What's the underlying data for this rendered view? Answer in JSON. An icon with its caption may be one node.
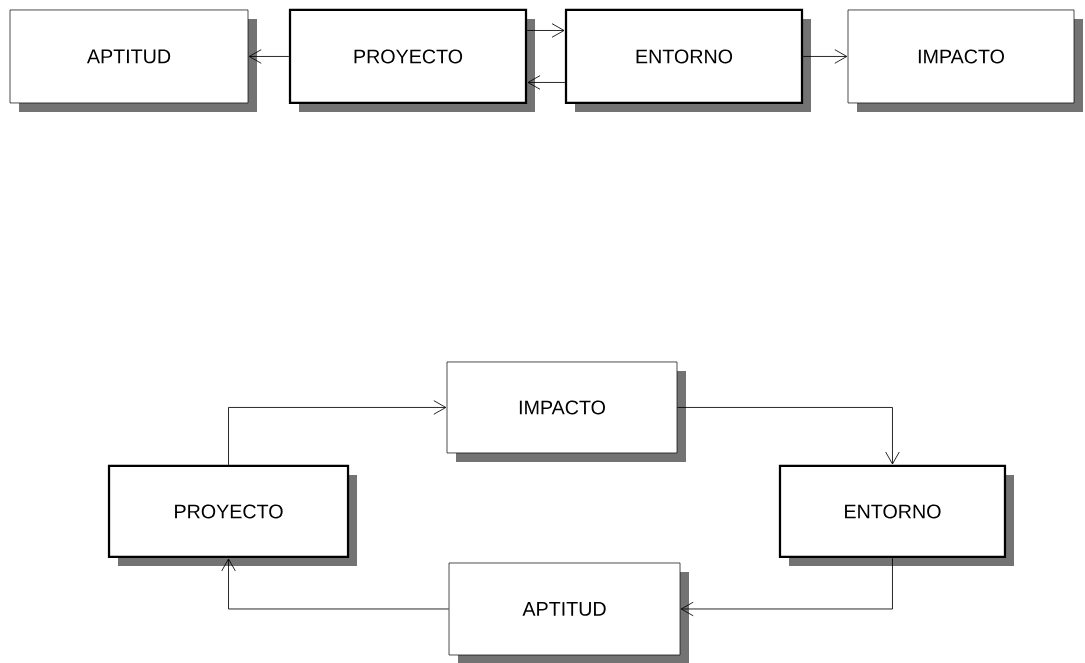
{
  "diagram": {
    "nodes": [
      {
        "text": [
          "APTITUD"
        ]
      },
      {
        "text": [
          "PROYECTO"
        ]
      },
      {
        "text": [
          "ENTORNO"
        ]
      },
      {
        "text": [
          "IMPACTO"
        ]
      },
      {
        "text": [
          "IMPACTO"
        ]
      },
      {
        "text": [
          "PROYECTO"
        ]
      },
      {
        "text": [
          "ENTORNO"
        ]
      },
      {
        "text": [
          "APTITUD"
        ]
      }
    ],
    "edges": [
      {
        "from": 1,
        "to": 0,
        "arrow": "to"
      },
      {
        "from": 1,
        "to": 2,
        "arrow": "to"
      },
      {
        "from": 2,
        "to": 1,
        "arrow": "to"
      },
      {
        "from": 2,
        "to": 3,
        "arrow": "to"
      },
      {
        "from": 5,
        "to": 4,
        "arrow": "to"
      },
      {
        "from": 4,
        "to": 6,
        "arrow": "to"
      },
      {
        "from": 6,
        "to": 7,
        "arrow": "to"
      },
      {
        "from": 7,
        "to": 5,
        "arrow": "to"
      }
    ]
  }
}
